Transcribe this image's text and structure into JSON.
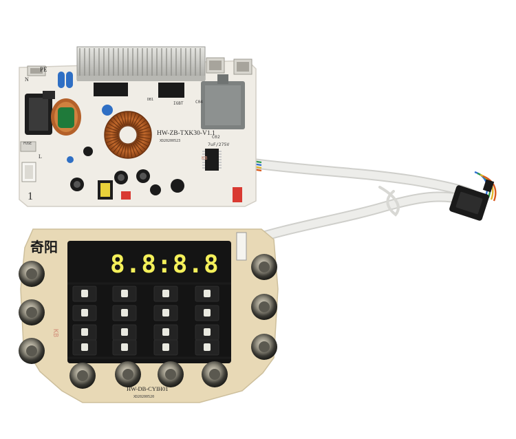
{
  "power_board": {
    "model_label": "HW-ZB-TXK30-V1.1",
    "date_code": "XD20200523",
    "capacitor_label": "C02",
    "capacitor_rating": "7uF/275V",
    "pe_label": "PE",
    "n_label": "N",
    "l_label": "L",
    "fuse_label": "FUSE",
    "igbt_label": "IGBT",
    "db_label": "DB1",
    "c04_label": "C04",
    "kb_label": "KB",
    "pin_label": "1"
  },
  "control_board": {
    "model_label": "HW-DB-CYIH01",
    "date_code": "XD20200520",
    "kb_label": "KB",
    "display_digits": "8.8:8.8",
    "brand_chars": "奇阳"
  },
  "colors": {
    "pcb_white": "#f0ede6",
    "pcb_beige": "#e8d9b6",
    "display_panel": "#141414",
    "display_digit": "#f4f05a",
    "cable": "#e9e9e6",
    "heatsink": "#c8c8c4",
    "inductor_copper": "#b35a22",
    "transformer_green": "#1f7a3a"
  }
}
